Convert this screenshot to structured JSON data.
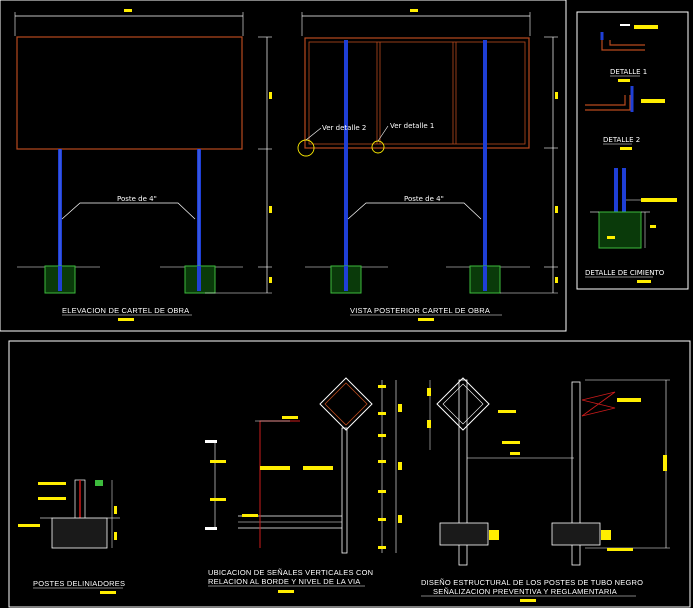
{
  "drawing": {
    "colors": {
      "background": "#000000",
      "frame": "#ffffff",
      "sign": "#b84a1e",
      "post": "#1f3fd6",
      "dimension": "#ffffff",
      "tag": "#ffee00",
      "concrete": "#3dbb3d",
      "leader": "#cc1b1b"
    },
    "views": [
      {
        "id": "elevation",
        "title": "ELEVACION DE CARTEL DE OBRA",
        "post_label": "Poste de 4\""
      },
      {
        "id": "rear",
        "title": "VISTA POSTERIOR CARTEL DE OBRA",
        "post_label": "Poste de 4\"",
        "detail_tags": [
          "Ver detalle 2",
          "Ver detalle 1"
        ]
      },
      {
        "id": "details",
        "labels": [
          "DETALLE 1",
          "DETALLE 2",
          "DETALLE DE CIMIENTO"
        ]
      },
      {
        "id": "delineators",
        "title": "POSTES DELINIADORES"
      },
      {
        "id": "location",
        "title_lines": [
          "UBICACION DE SEÑALES VERTICALES CON",
          "RELACION AL BORDE Y NIVEL DE LA VIA"
        ]
      },
      {
        "id": "structural",
        "title_lines": [
          "DISEÑO ESTRUCTURAL DE LOS POSTES DE TUBO NEGRO",
          "SEÑALIZACION PREVENTIVA Y REGLAMENTARIA"
        ]
      }
    ]
  }
}
